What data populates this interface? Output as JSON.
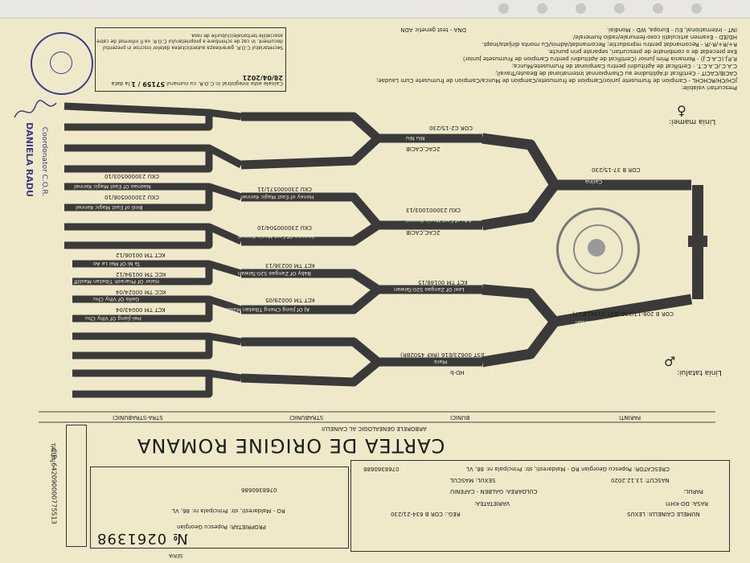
{
  "header": {
    "line1": "Prescurtari valabile:",
    "line2": "JCH/CH/RCHCHL - Campion de frumusete junior/Campion de frumusete/Campion de Munca/Campion de frumusete Cum Laudae;",
    "line3": "CACIB/CACIT - Certificat d'Aptitudine au Championnat International de Beaute/Travail;",
    "line4": "C.A.C./C.A.C.T. - Certificat de Aptitudini pentru Campionat de Frumusete/Munca;",
    "line5": "R.P.J.(C.A.C.J) - Romania Prim Junior (Certificat de Aptitudini pentru Campion de Frumusete Junior)",
    "line6": "Exe precedat de o combinatie de prescurtari, separate prin puncte.",
    "line7": "R+/R+/R-/R - Recomandat pentru reproductie; Recomandat/Admis/Cu monta dirijata/Inapt.",
    "line8": "HD/ED - Examen articulatii coxo-femurale/radio humerale/",
    "line9": "INT - International, EU - Europa, WD - Mondial.",
    "line10": "DNA - test genetic ADN",
    "note": "Cainele este inregistrat in C.O.R. cu numarul",
    "reg_no": "57159 / 1",
    "date_label": "la data",
    "date": "28/04/2021",
    "note2": "Secretariatul C.O.R. garanteaza autenticitatea datelor inscrise in prezentul document. In caz de schimbare a proprietarului C.O.R. va fi informat de catre asociatiile teritoriale/cluburile de rasa."
  },
  "labels": {
    "dam_line": "Linia mamei:",
    "sire_line": "Linia tatalui:",
    "female": "♀",
    "male": "♂",
    "tree_title": "ARBORELE GENEALOGIC AL CAINELUI",
    "parents": "PARINTI",
    "grandparents": "BUNICI",
    "greatgrand": "STRABUNICI",
    "greatgreat": "STRA-STRABUNICI",
    "title": "CARTEA DE ORIGINE ROMANA",
    "seria": "SERIA",
    "nr_label": "№",
    "nr": "0261398",
    "tattoo_label": "TATUAJ:",
    "chip": "CIP: 642090000775513",
    "coordinator": "DANIELA RADU",
    "coordinator_role": "Coordonator C.O.R."
  },
  "dog": {
    "name_label": "NUMELE CAINELUI:",
    "name": "LEXUS",
    "reg_label": "REG.:",
    "reg": "COR B 634-21/230",
    "breed_label": "RASA:",
    "breed": "DO-KHYI",
    "variety_label": "VARIETATEA:",
    "variety": "",
    "hair_label": "PARUL:",
    "hair": "",
    "color_label": "CULOAREA:",
    "color": "GALBEN - CAFENIU",
    "born_label": "NASCUT:",
    "born": "13.12.2020",
    "sex_label": "SEXUL:",
    "sex": "MASCUL",
    "breeder_label": "CRESCATOR:",
    "breeder": "Popescu Georgian",
    "breeder_addr": "RO - Maldaresti, str. Principala nr. 86, VL",
    "breeder_phone": "0768360686",
    "owner_label": "PROPRIETAR:",
    "owner": "Popescu Georgian",
    "owner_addr": "RO - Maldaresti, str. Principala nr. 86, VL",
    "owner_phone": "0768360686"
  },
  "pedigree": {
    "dam": {
      "name": "Carina",
      "reg": "COR B 37-15/230"
    },
    "sire": {
      "name": "Status Benevoles Wilson",
      "reg": "COR B 208-17/230 (EST 01541/E17)"
    },
    "dam_sire": {
      "title": "2CAC,CACIB",
      "name": "Niu Niu",
      "reg": "COR C2-15/230"
    },
    "dam_dam": {
      "title": "2CAC,CACIB",
      "name": "Ady of East Magic Kennel",
      "reg": "CKU 230001003/13"
    },
    "sire_sire": {
      "name": "Lexi Of Zangao 520-Taiwan",
      "reg": "KCT TM 00188/15"
    },
    "sire_dam": {
      "title": "HD-b",
      "name": "Mara",
      "reg": "EST 00623/E16 (RKF 4502BR)"
    },
    "gg1": {
      "name": "Honey of East Magic Kennel",
      "reg": "CKU 230000571/11"
    },
    "gg2": {
      "name": "Jingang Of East Magic Kennel",
      "reg": "CKU 230000504/10"
    },
    "gg3": {
      "name": "Baby Of Zangao 520-Taiwan",
      "reg": "KCT TM 00236/13"
    },
    "gg4": {
      "name": "AJ Of Jiong Cheng Tibetan Mastiff",
      "reg": "KCT TM 00029/05"
    },
    "ggg1": {
      "name": "Naonao Of East Magic Kennel",
      "reg": "CKU 230000503/10"
    },
    "ggg2": {
      "name": "Binli of East Magic Kennel",
      "reg": "CKU 230000506/10"
    },
    "ggg3": {
      "name": "Ta Ni Of Mei Le Ao",
      "reg": "KCT TM 00106/12"
    },
    "ggg4": {
      "name": "Haier Of Pharaoh Tibetan Mastiff",
      "reg": "KCC TM 00194/12"
    },
    "ggg5": {
      "name": "Geilo Of Vihy Chu",
      "reg": "KCC TM 00024/04"
    },
    "ggg6": {
      "name": "Hei-Jiang Of Vihy Chu",
      "reg": "KCT TM 00043/04"
    }
  }
}
